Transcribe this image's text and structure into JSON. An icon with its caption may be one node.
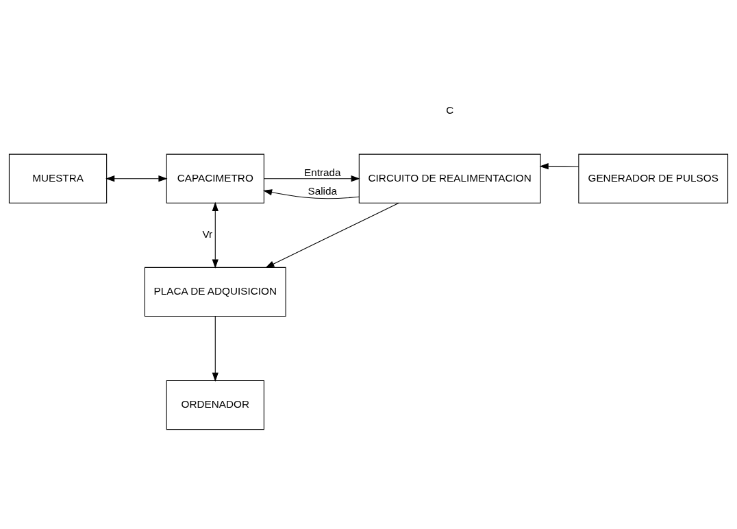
{
  "diagram": {
    "nodes": [
      {
        "text": [
          "MUESTRA"
        ]
      },
      {
        "text": [
          "CAPACIMETRO"
        ]
      },
      {
        "text": [
          "CIRCUITO DE REALIMENTACION"
        ]
      },
      {
        "text": [
          "GENERADOR DE PULSOS"
        ]
      },
      {
        "text": [
          "PLACA DE ADQUISICION"
        ]
      },
      {
        "text": [
          "ORDENADOR"
        ]
      }
    ],
    "edges": [
      {
        "from": 0,
        "to": 1,
        "arrow": "both"
      },
      {
        "from": 1,
        "to": 2,
        "arrow": "to",
        "label": "Entrada"
      },
      {
        "from": 3,
        "to": 2,
        "arrow": "to"
      },
      {
        "from": 1,
        "to": 4,
        "arrow": "both",
        "label": "Vr"
      },
      {
        "from": 2,
        "to": 1,
        "arrow": "to",
        "label": "Salida"
      },
      {
        "from": 2,
        "to": 4,
        "arrow": "to"
      },
      {
        "from": 4,
        "to": 5,
        "arrow": "to"
      }
    ],
    "labels": [
      "C"
    ]
  }
}
